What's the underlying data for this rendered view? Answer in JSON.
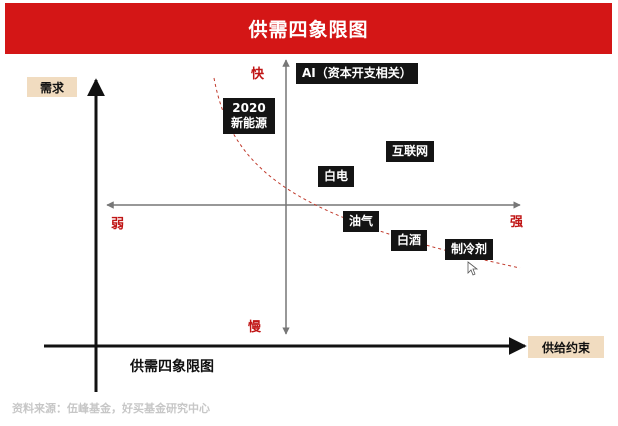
{
  "header": {
    "title": "供需四象限图"
  },
  "axes": {
    "y_outer_label": "需求",
    "x_outer_label": "供给约束",
    "x_title": "供需四象限图",
    "top_label": "快",
    "bottom_label": "慢",
    "left_label": "弱",
    "right_label": "强"
  },
  "items": [
    {
      "label": "AI（资本开支相关）"
    },
    {
      "label": "2020新能源"
    },
    {
      "label": "互联网"
    },
    {
      "label": "白电"
    },
    {
      "label": "油气"
    },
    {
      "label": "白酒"
    },
    {
      "label": "制冷剂"
    }
  ],
  "footer": {
    "source": "资料来源：伍峰基金，好买基金研究中心"
  },
  "colors": {
    "banner": "#d41616",
    "label_red": "#c01515",
    "tag_bg": "#141414",
    "beige": "#f1dcc0",
    "curve": "#c0392b"
  }
}
